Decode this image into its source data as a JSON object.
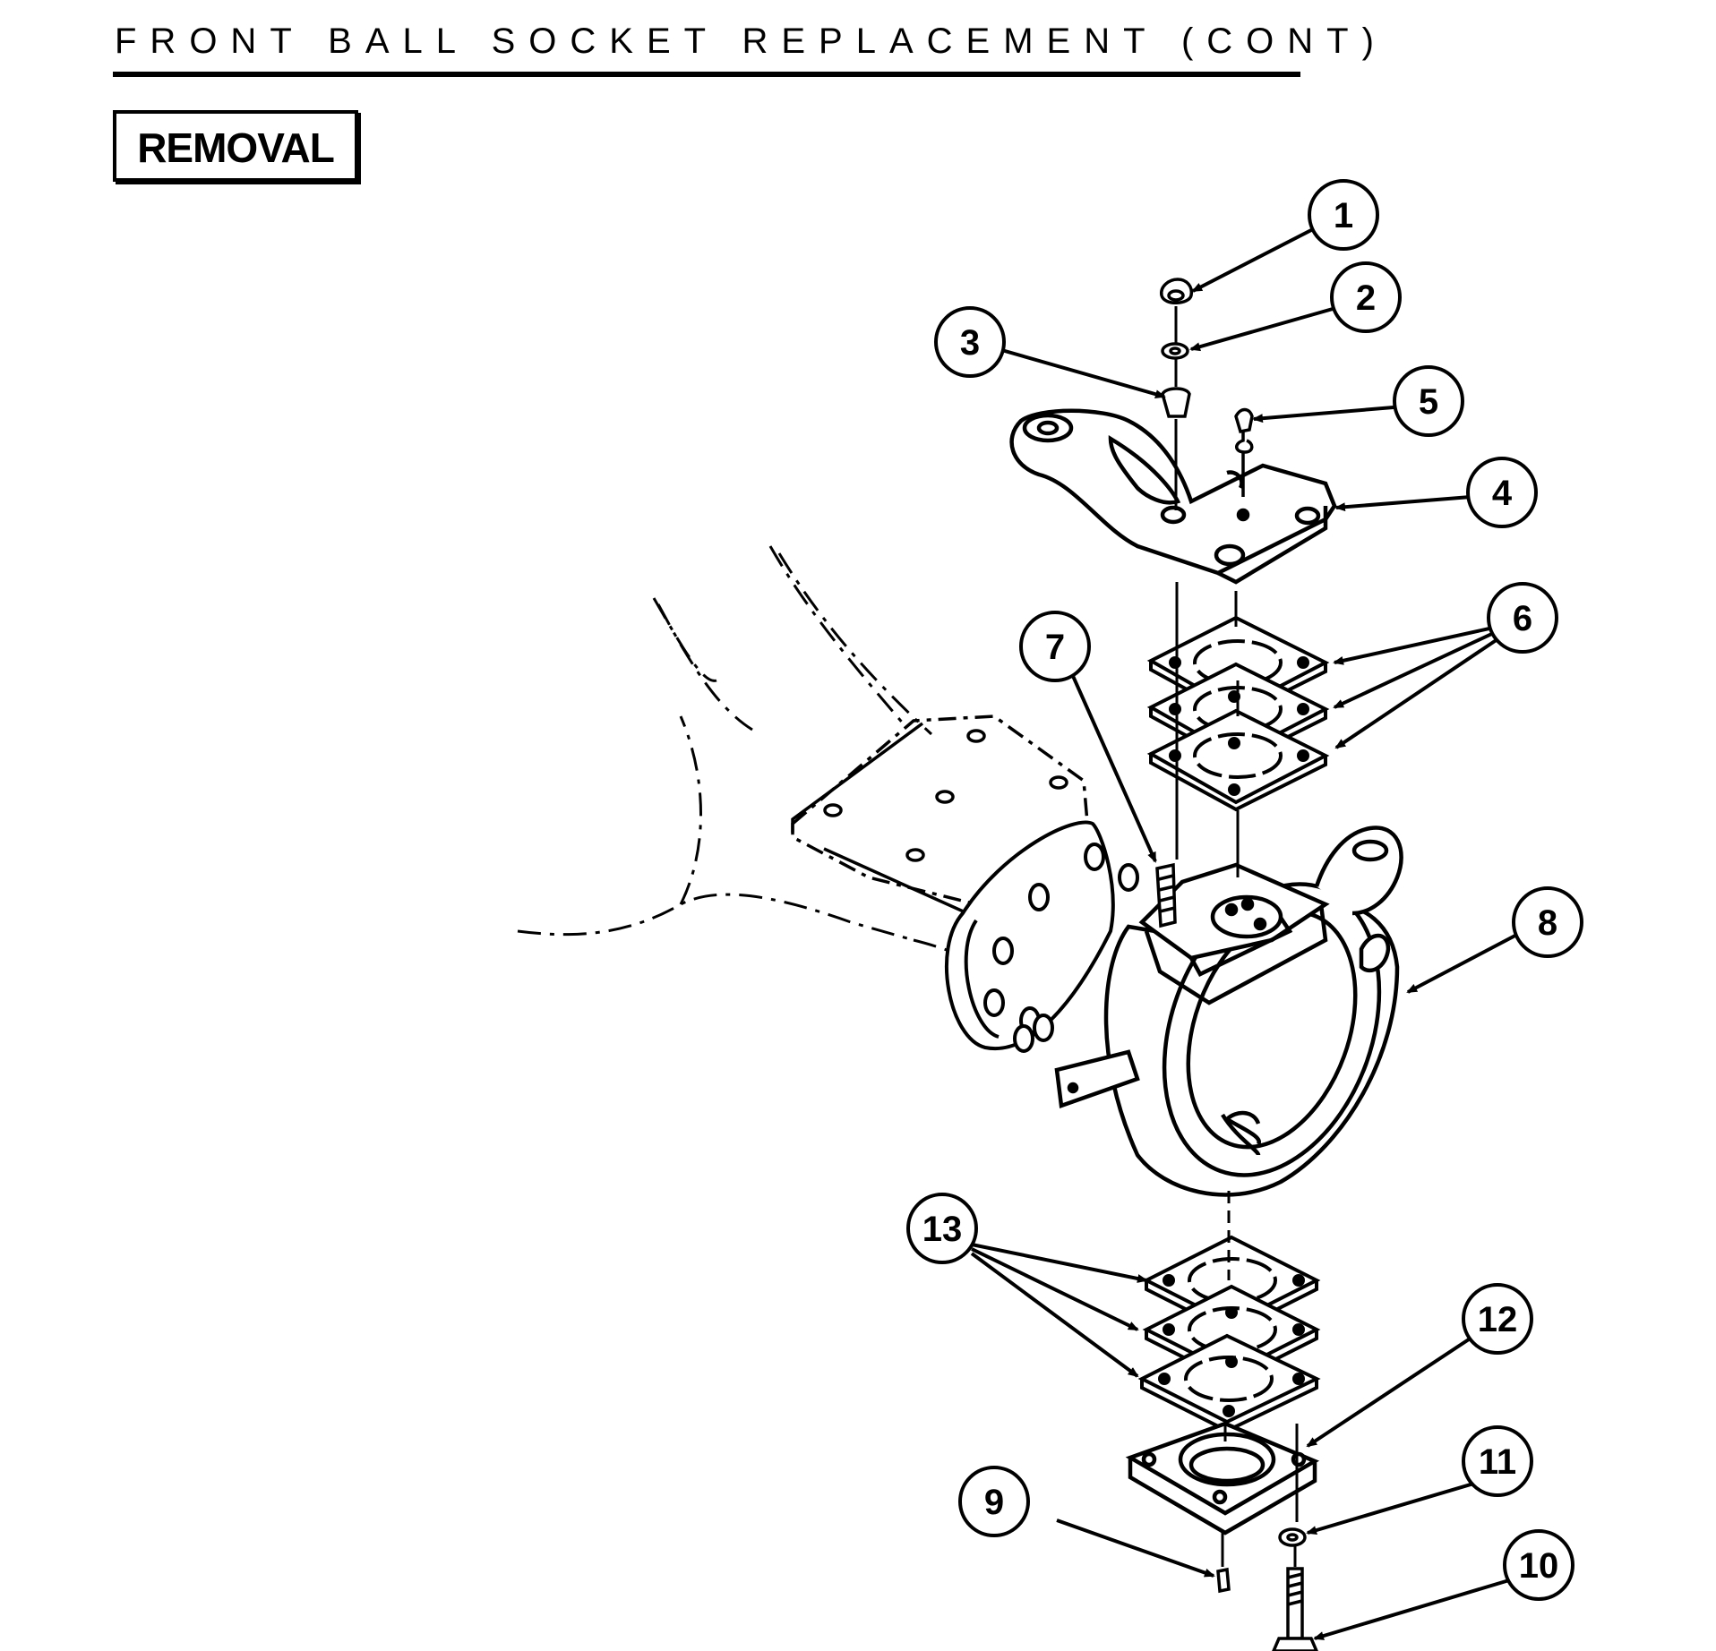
{
  "header": {
    "title": "FRONT BALL SOCKET REPLACEMENT (CONT)",
    "section": "REMOVAL"
  },
  "callouts": [
    {
      "id": "1",
      "label": "1"
    },
    {
      "id": "2",
      "label": "2"
    },
    {
      "id": "3",
      "label": "3"
    },
    {
      "id": "4",
      "label": "4"
    },
    {
      "id": "5",
      "label": "5"
    },
    {
      "id": "6",
      "label": "6"
    },
    {
      "id": "7",
      "label": "7"
    },
    {
      "id": "8",
      "label": "8"
    },
    {
      "id": "9",
      "label": "9"
    },
    {
      "id": "10",
      "label": "10"
    },
    {
      "id": "11",
      "label": "11"
    },
    {
      "id": "12",
      "label": "12"
    },
    {
      "id": "13",
      "label": "13"
    }
  ]
}
